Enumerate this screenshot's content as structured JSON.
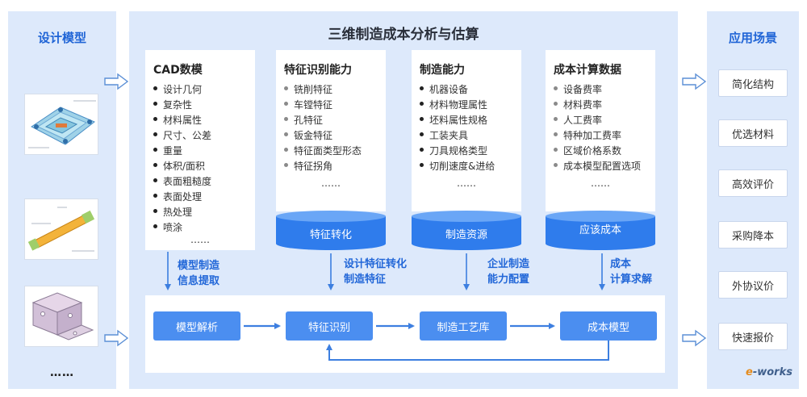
{
  "left": {
    "title": "设计模型",
    "ellipsis": "……"
  },
  "center": {
    "title": "三维制造成本分析与估算",
    "cards": [
      {
        "title": "CAD数模",
        "items": [
          "设计几何",
          "复杂性",
          "材料属性",
          "尺寸、公差",
          "重量",
          "体积/面积",
          "表面粗糙度",
          "表面处理",
          "热处理",
          "喷涂"
        ],
        "more": "……"
      },
      {
        "title": "特征识别能力",
        "items": [
          "铣削特征",
          "车镗特征",
          "孔特征",
          "钣金特征",
          "特征面类型形态",
          "特征拐角"
        ],
        "more": "……",
        "cylinder": "特征转化"
      },
      {
        "title": "制造能力",
        "items": [
          "机器设备",
          "材料物理属性",
          "坯料属性规格",
          "工装夹具",
          "刀具规格类型",
          "切削速度&进给"
        ],
        "more": "……",
        "cylinder": "制造资源"
      },
      {
        "title": "成本计算数据",
        "items": [
          "设备费率",
          "材料费率",
          "人工费率",
          "特种加工费率",
          "区域价格系数",
          "成本模型配置选项"
        ],
        "more": "……",
        "cylinder": "应该成本"
      }
    ],
    "labels": {
      "model_extract": [
        "模型制造",
        "信息提取"
      ],
      "feature_convert": [
        "设计特征转化",
        "制造特征"
      ],
      "capability_config": [
        "企业制造",
        "能力配置"
      ],
      "cost_solve": [
        "成本",
        "计算求解"
      ]
    },
    "process": [
      "模型解析",
      "特征识别",
      "制造工艺库",
      "成本模型"
    ]
  },
  "right": {
    "title": "应用场景",
    "scenes": [
      "简化结构",
      "优选材料",
      "高效评价",
      "采购降本",
      "外协议价",
      "快速报价"
    ]
  },
  "watermark": {
    "accent": "e",
    "rest": "-works"
  },
  "colors": {
    "panel_bg": "#dde9fb",
    "accent_blue": "#1f64d6",
    "button_blue": "#4b8ef0",
    "cylinder_blue": "#2f7cec",
    "bullet_dark": "#222222",
    "bullet_grey": "#8a8a8a"
  }
}
